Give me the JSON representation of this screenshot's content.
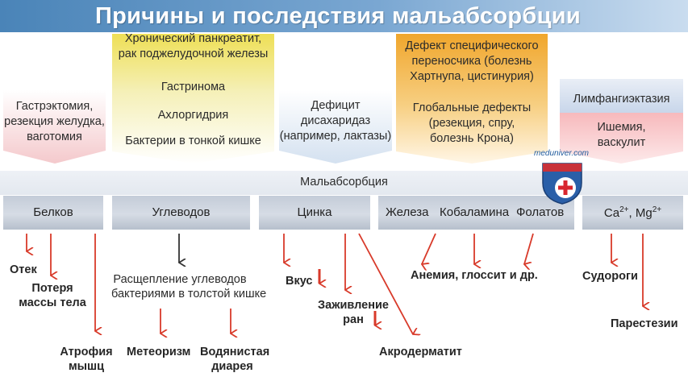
{
  "title": "Причины и последствия мальабсорбции",
  "causes": {
    "gastric": [
      "Гастрэктомия,",
      "резекция желудка,",
      "ваготомия"
    ],
    "pancreatic": {
      "line1": [
        "Хронический панкреатит,",
        "рак поджелудочной железы"
      ],
      "line2": "Гастринома",
      "line3": "Ахлоргидрия",
      "line4": "Бактерии в тонкой кишке"
    },
    "disaccharidase": [
      "Дефицит",
      "дисахаридаз",
      "(например, лактазы)"
    ],
    "transport": {
      "top": [
        "Дефект специфического",
        "переносчика (болезнь",
        "Хартнупа, цистинурия)"
      ],
      "bottom": [
        "Глобальные дефекты",
        "(резекция, спру,",
        "болезнь Крона)"
      ]
    },
    "lymph": {
      "top": "Лимфангиэктазия",
      "bottom": [
        "Ишемия,",
        "васкулит"
      ]
    }
  },
  "malabsorption_label": "Мальабсорбция",
  "nutrients": {
    "proteins": "Белков",
    "carbs": "Углеводов",
    "zinc": "Цинка",
    "iron": "Железа",
    "cobalamin": "Кобаламина",
    "folate": "Фолатов",
    "ions_base": "Ca",
    "ions_sup1": "2+",
    "ions_sep": ", Mg",
    "ions_sup2": "2+"
  },
  "effects": {
    "edema": "Отек",
    "weight_loss": [
      "Потеря",
      "массы тела"
    ],
    "atrophy": [
      "Атрофия",
      "мышц"
    ],
    "carb_split": [
      "Расщепление углеводов",
      "бактериями в толстой кишке"
    ],
    "meteorism": "Метеоризм",
    "diarrhea": [
      "Водянистая",
      "диарея"
    ],
    "taste": "Вкус",
    "healing": [
      "Заживление",
      "ран"
    ],
    "acrodermatitis": "Акродерматит",
    "anemia": "Анемия, глоссит и др.",
    "cramps": "Судороги",
    "paresthesia": "Парестезии"
  },
  "watermark": "meduniver.com",
  "colors": {
    "title_bar": "#4a84b8",
    "arrow_red": "#d83a2a",
    "nutrient_box": "#c4ccd8",
    "cause_pink": "#f7d6d8",
    "cause_yellow": "#f3e87a",
    "cause_orange": "#f3b340",
    "cause_blue": "#dbe6f3"
  }
}
